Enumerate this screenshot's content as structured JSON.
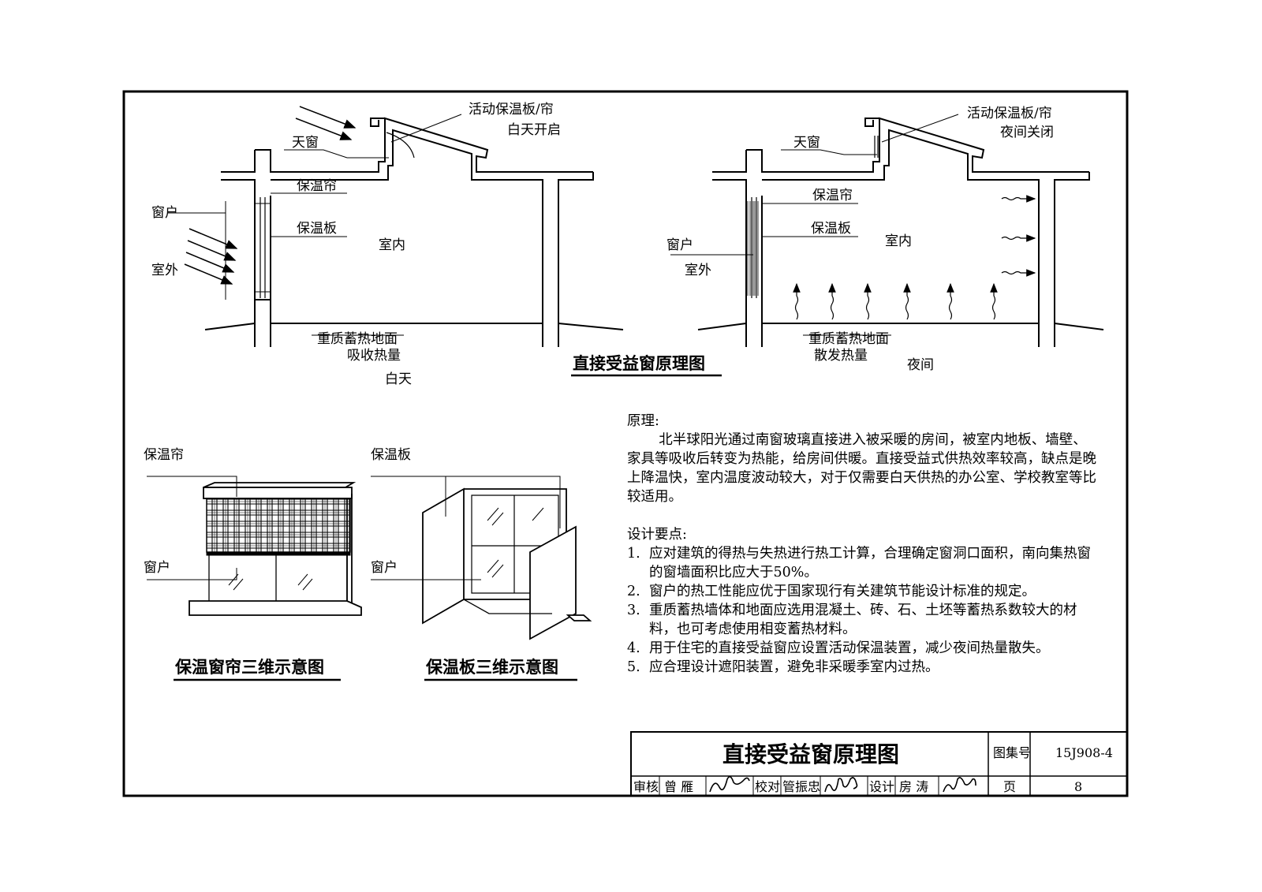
{
  "diagram_day": {
    "label_skylight": "天窗",
    "label_movable_top": "活动保温板/帘",
    "label_state": "白天开启",
    "label_curtain": "保温帘",
    "label_window": "窗户",
    "label_board": "保温板",
    "label_outdoor": "室外",
    "label_indoor": "室内",
    "label_floor_top": "重质蓄热地面",
    "label_floor_bottom": "吸收热量",
    "caption": "白天"
  },
  "diagram_night": {
    "label_skylight": "天窗",
    "label_movable_top": "活动保温板/帘",
    "label_state": "夜间关闭",
    "label_curtain": "保温帘",
    "label_board": "保温板",
    "label_window": "窗户",
    "label_outdoor": "室外",
    "label_indoor": "室内",
    "label_floor_top": "重质蓄热地面",
    "label_floor_bottom": "散发热量",
    "caption": "夜间"
  },
  "main_diagram_title": "直接受益窗原理图",
  "iso_curtain": {
    "label_top": "保温帘",
    "label_window": "窗户",
    "title": "保温窗帘三维示意图"
  },
  "iso_board": {
    "label_top": "保温板",
    "label_window": "窗户",
    "title": "保温板三维示意图"
  },
  "notes": {
    "principle_heading": "原理:",
    "principle_text": "北半球阳光通过南窗玻璃直接进入被采暖的房间，被室内地板、墙壁、家具等吸收后转变为热能，给房间供暖。直接受益式供热效率较高，缺点是晚上降温快，室内温度波动较大，对于仅需要白天供热的办公室、学校教室等比较适用。",
    "design_heading": "设计要点:",
    "items": [
      {
        "num": "1.",
        "text": "应对建筑的得热与失热进行热工计算，合理确定窗洞口面积，南向集热窗的窗墙面积比应大于50%。"
      },
      {
        "num": "2.",
        "text": "窗户的热工性能应优于国家现行有关建筑节能设计标准的规定。"
      },
      {
        "num": "3.",
        "text": "重质蓄热墙体和地面应选用混凝土、砖、石、土坯等蓄热系数较大的材料，也可考虑使用相变蓄热材料。"
      },
      {
        "num": "4.",
        "text": "用于住宅的直接受益窗应设置活动保温装置，减少夜间热量散失。"
      },
      {
        "num": "5.",
        "text": "应合理设计遮阳装置，避免非采暖季室内过热。"
      }
    ]
  },
  "title_block": {
    "title": "直接受益窗原理图",
    "atlas_label": "图集号",
    "atlas_number": "15J908-4",
    "review_label": "审核",
    "review_name": "曾  雁",
    "check_label": "校对",
    "check_name": "管振忠",
    "design_label": "设计",
    "design_name": "房  涛",
    "page_label": "页",
    "page_number": "8"
  }
}
